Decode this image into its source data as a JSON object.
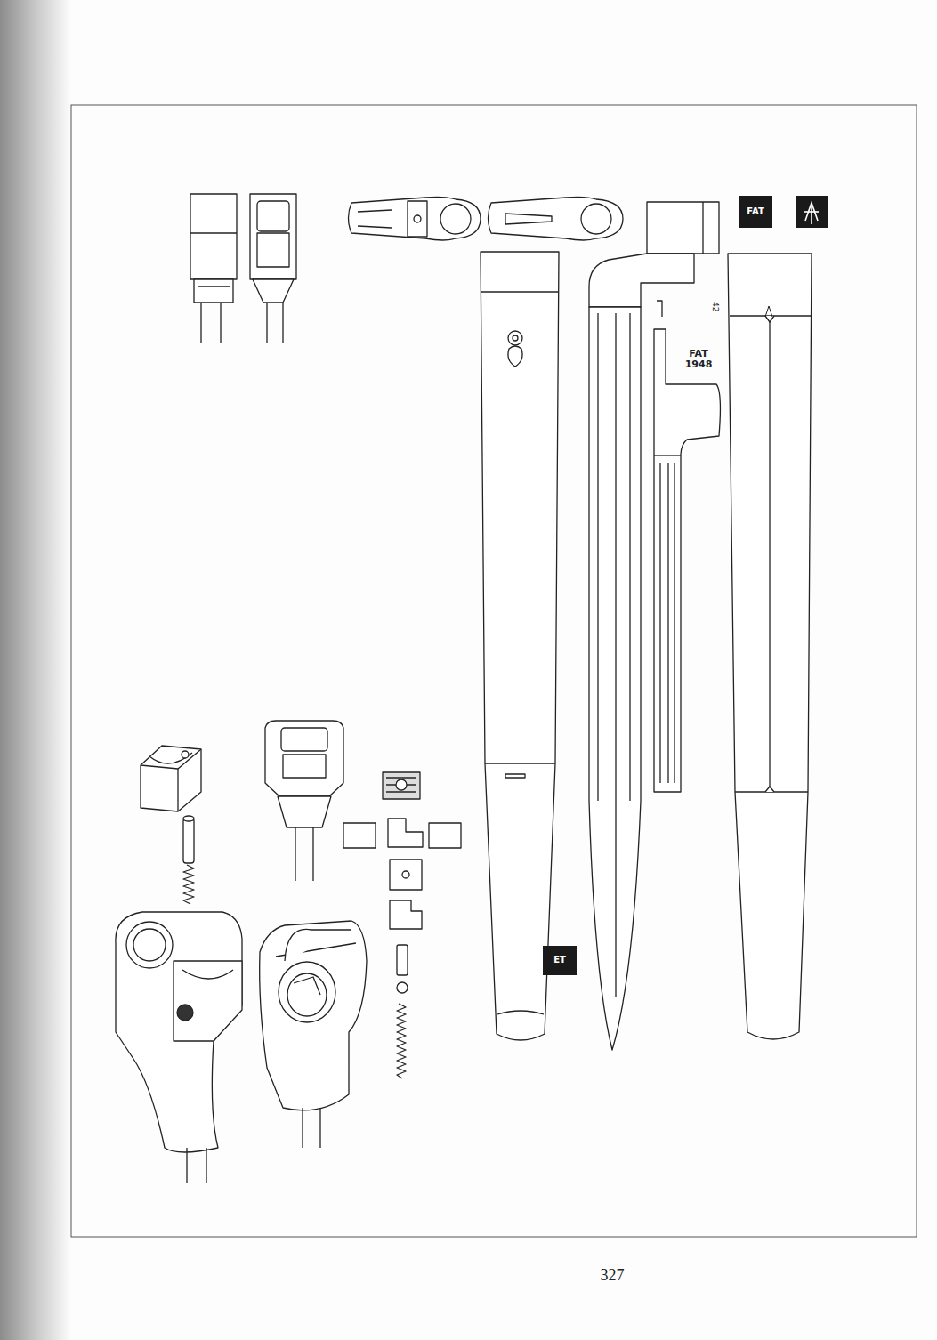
{
  "diagram": {
    "labels": [
      "FAT",
      "42",
      "FAT 1948",
      "ET",
      "327"
    ]
  }
}
